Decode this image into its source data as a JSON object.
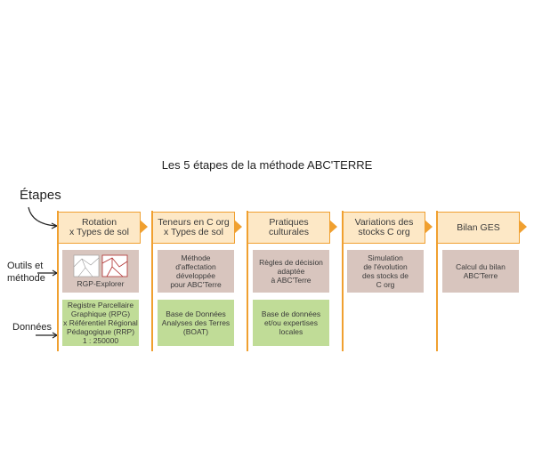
{
  "title": "Les 5 étapes de la méthode ABC'TERRE",
  "row_labels": {
    "etapes": "Étapes",
    "outils": "Outils et\nméthode",
    "donnees": "Données"
  },
  "steps": [
    {
      "header": "Rotation\nx Types de sol",
      "tool": "RGP-Explorer",
      "data": "Registre Parcellaire\nGraphique (RPG)\nx Référentiel Régional\nPédagogique (RRP)\n1 : 250000"
    },
    {
      "header": "Teneurs en C org\nx Types de sol",
      "tool": "Méthode\nd'affectation\ndéveloppée\npour ABC'Terre",
      "data": "Base de Données\nAnalyses des Terres\n(BOAT)"
    },
    {
      "header": "Pratiques\nculturales",
      "tool": "Règles de décision\nadaptée\nà ABC'Terre",
      "data": "Base de données\net/ou expertises\nlocales"
    },
    {
      "header": "Variations des\nstocks C org",
      "tool": "Simulation\nde l'évolution\ndes stocks de\nC org",
      "data": ""
    },
    {
      "header": "Bilan GES",
      "tool": "Calcul du bilan\nABC'Terre",
      "data": ""
    }
  ],
  "colors": {
    "accent_orange": "#f0a030",
    "header_fill": "#fde8c6",
    "tool_fill": "#d8c5be",
    "data_fill": "#c0dc97"
  }
}
